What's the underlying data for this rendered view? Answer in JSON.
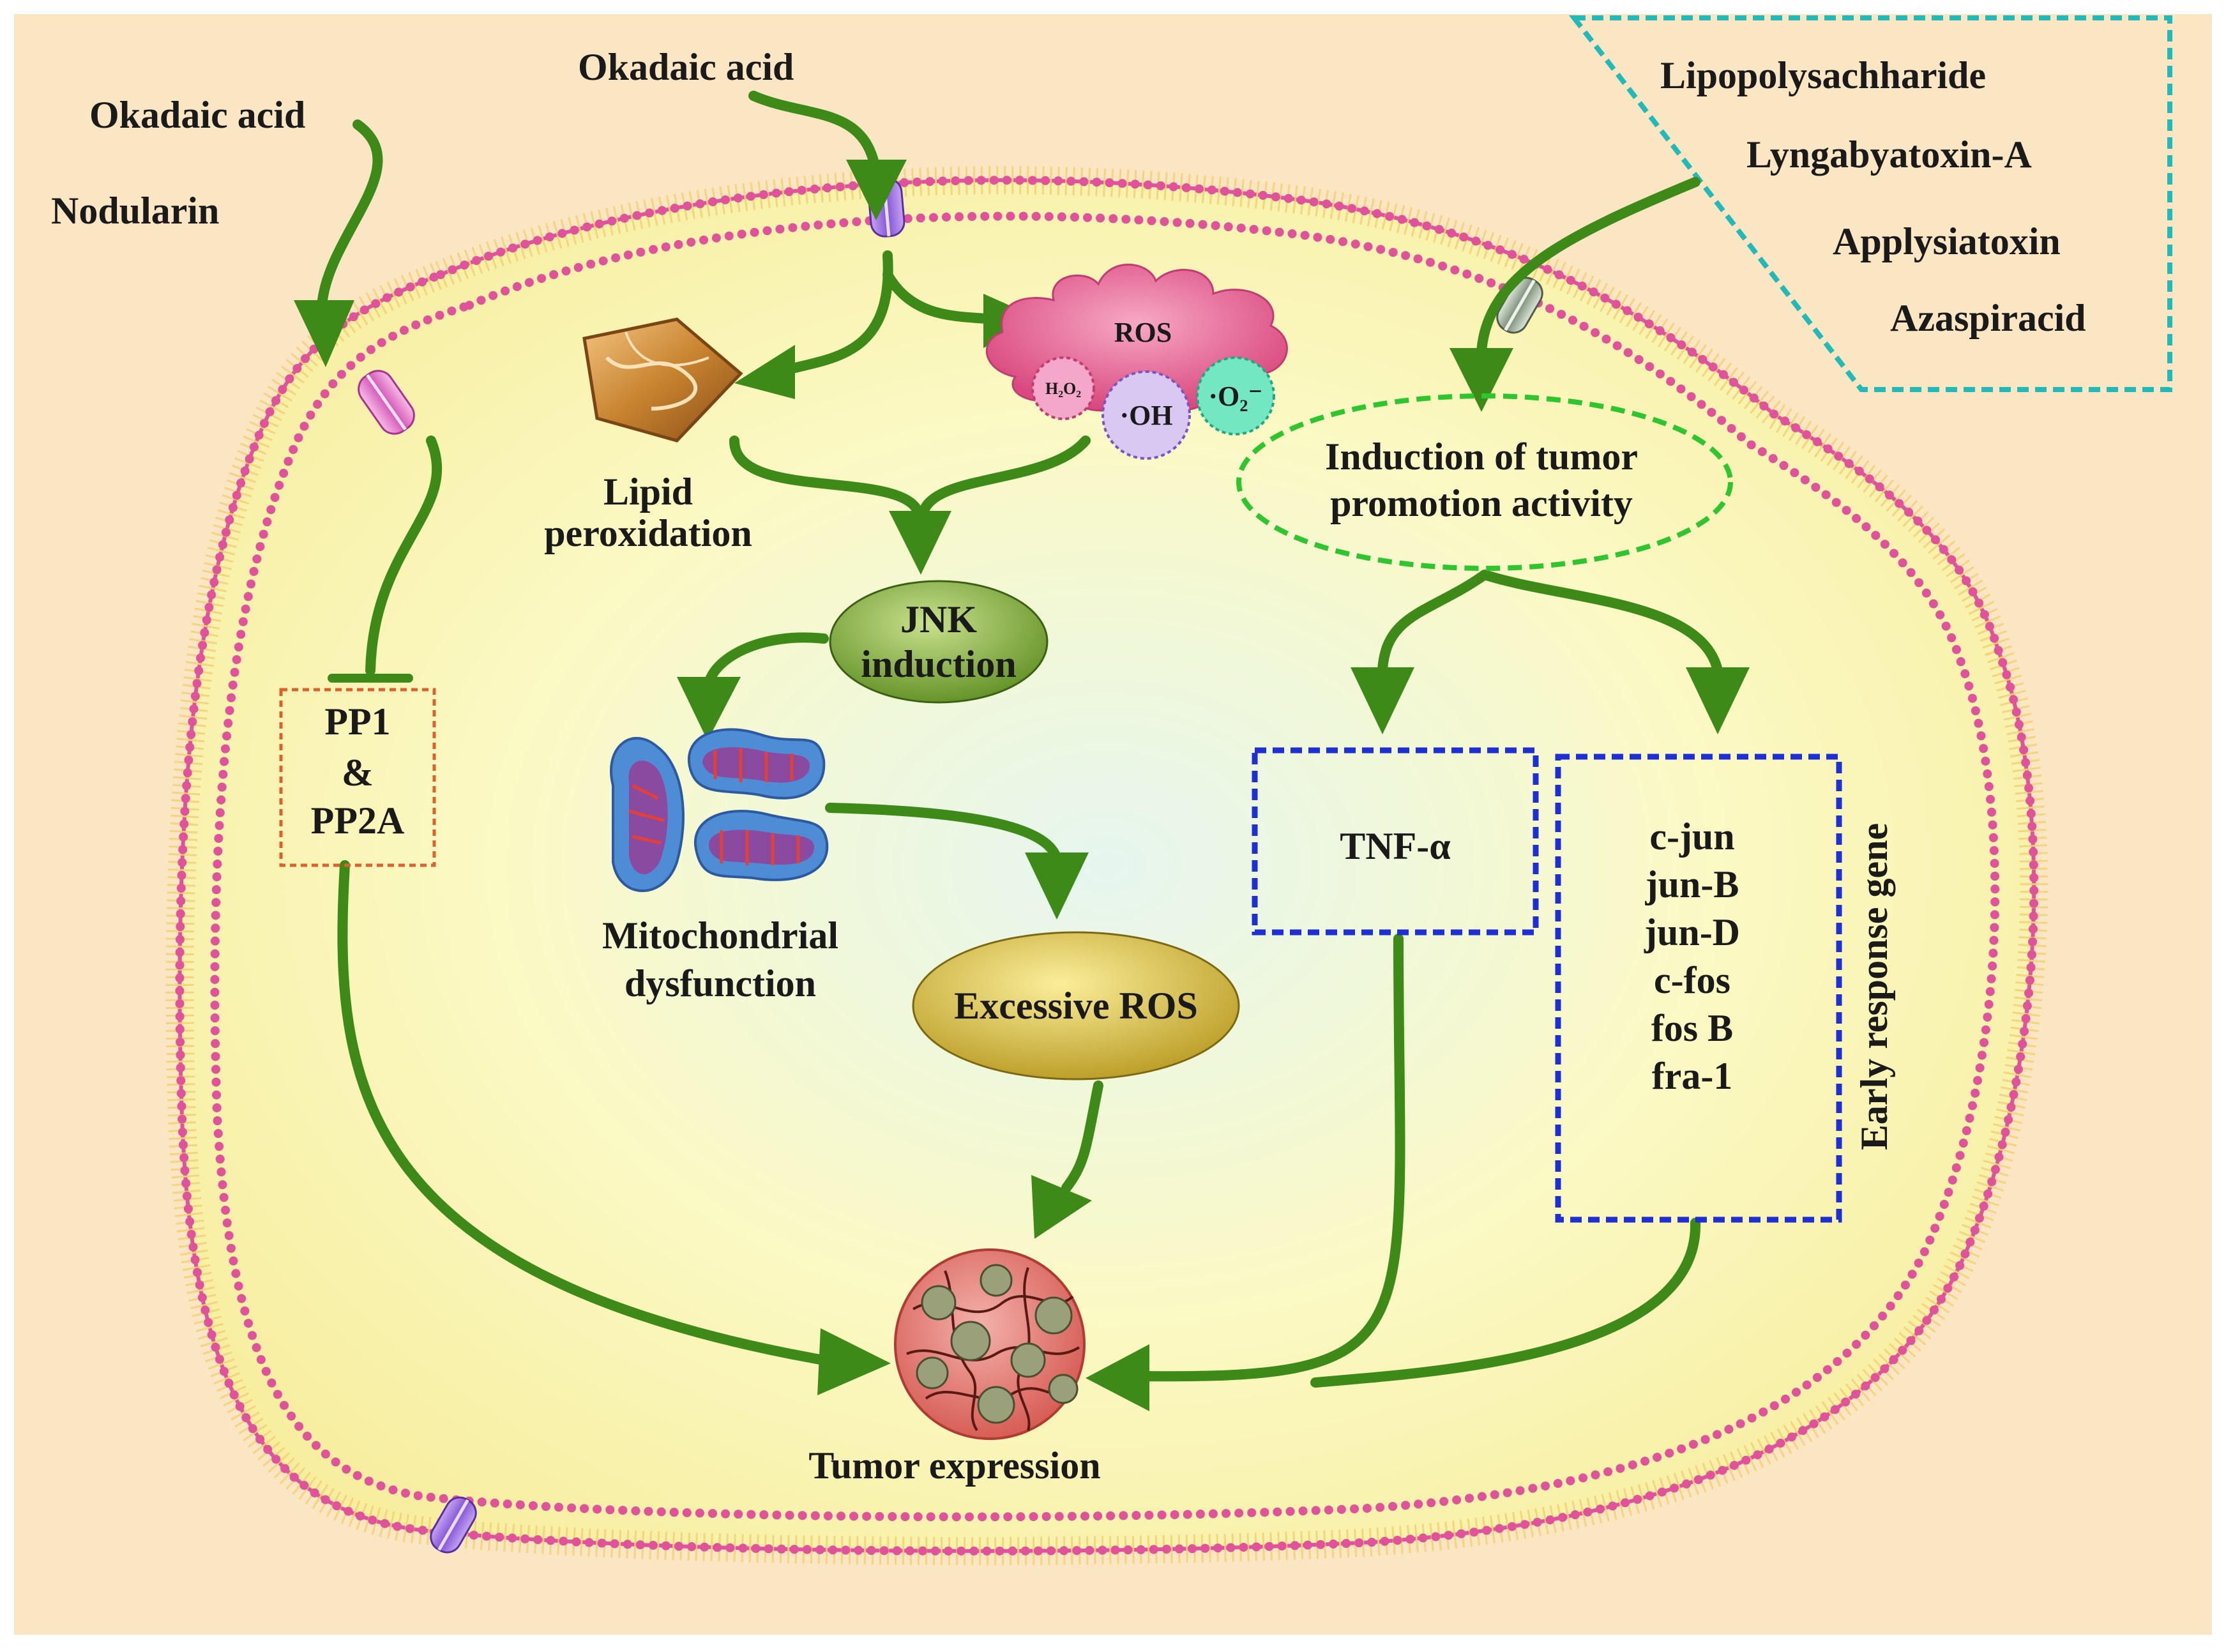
{
  "colors": {
    "background": "#fbe6c4",
    "cell_fill": "#fdf7b4",
    "cell_center": "#e6f6ef",
    "membrane": "#e0529a",
    "arrow": "#3d8a18",
    "dashed_teal": "#22b9b9",
    "dashed_green": "#2ec52e",
    "dashed_blue": "#1f2fd6",
    "dashed_orange": "#e0602b",
    "ros_cloud": "#e4578e",
    "jnk_fill": "#6b9828",
    "excessive_ros_fill": "#c4a52a"
  },
  "toxins_left": {
    "okadaic_acid": "Okadaic acid",
    "nodularin": "Nodularin"
  },
  "toxins_top": {
    "okadaic_acid": "Okadaic acid"
  },
  "toxins_right": [
    "Lipopolysachharide",
    "Lyngabyatoxin-A",
    "Applysiatoxin",
    "Azaspiracid"
  ],
  "ros": {
    "title": "ROS",
    "h2o2": "H₂O₂",
    "oh": "·OH",
    "o2": "·O₂⁻"
  },
  "lipid": {
    "line1": "Lipid",
    "line2": "peroxidation"
  },
  "jnk": {
    "line1": "JNK",
    "line2": "induction"
  },
  "mito": {
    "line1": "Mitochondrial",
    "line2": "dysfunction"
  },
  "excessive_ros": "Excessive ROS",
  "pp": {
    "line1": "PP1",
    "line2": "&",
    "line3": "PP2A"
  },
  "tumor_promotion": {
    "line1": "Induction of tumor",
    "line2": "promotion activity"
  },
  "tnf": "TNF-α",
  "early_genes": [
    "c-jun",
    "jun-B",
    "jun-D",
    "c-fos",
    "fos B",
    "fra-1"
  ],
  "early_response_label": "Early response gene",
  "tumor": "Tumor expression"
}
